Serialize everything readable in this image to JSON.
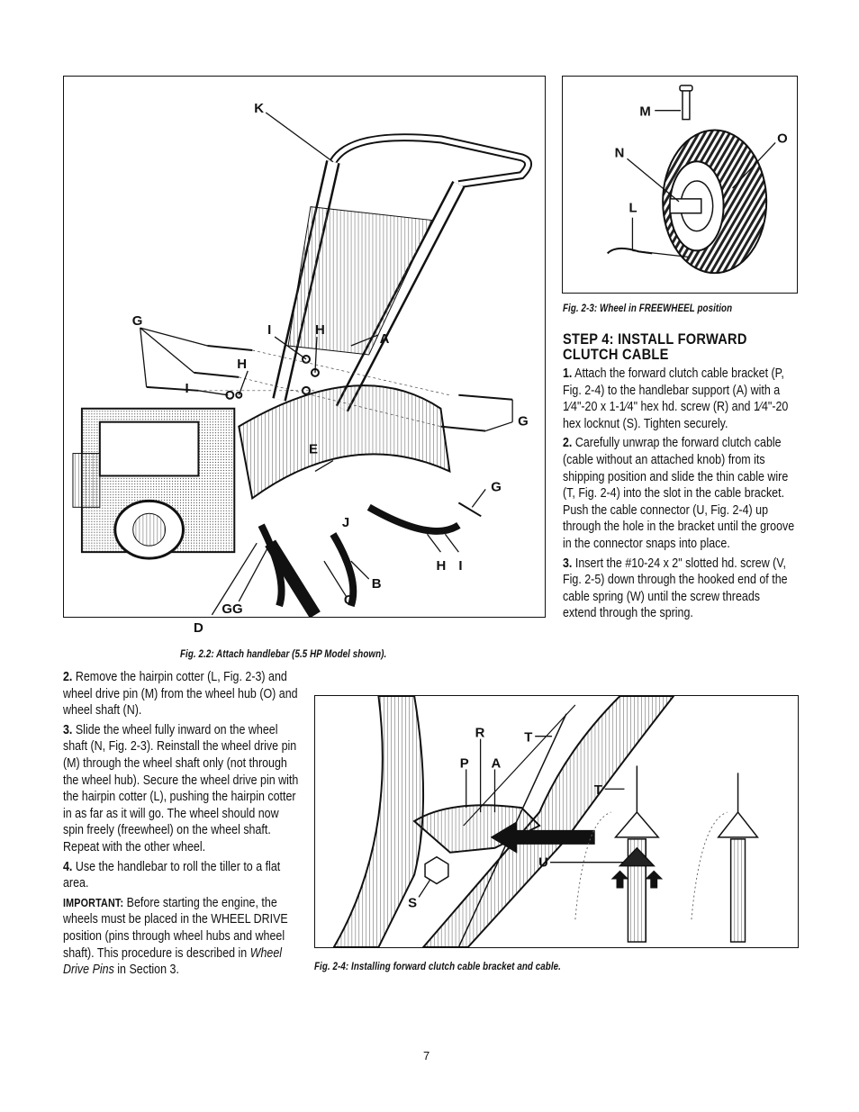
{
  "figures": {
    "fig22": {
      "caption": "Fig. 2.2: Attach handlebar (5.5 HP Model shown).",
      "labels": [
        "K",
        "G",
        "I",
        "H",
        "A",
        "H",
        "I",
        "G",
        "E",
        "G",
        "J",
        "H",
        "I",
        "B",
        "C",
        "GG",
        "D"
      ]
    },
    "fig23": {
      "caption": "Fig. 2-3: Wheel in FREEWHEEL position",
      "labels": [
        "M",
        "N",
        "O",
        "L"
      ]
    },
    "fig24": {
      "caption": "Fig. 2-4: Installing forward clutch cable bracket and cable.",
      "labels": [
        "R",
        "T",
        "P",
        "A",
        "T",
        "U",
        "S"
      ]
    }
  },
  "left_column": {
    "step2_num": "2.",
    "step2_text": "Remove the hairpin cotter (L, Fig. 2-3) and wheel drive pin (M) from the wheel hub (O) and wheel shaft (N).",
    "step3_num": "3.",
    "step3_text": "Slide the wheel fully inward on the wheel shaft (N, Fig. 2-3). Reinstall the wheel drive pin (M) through the wheel shaft only (not through the wheel hub). Secure the wheel drive pin with the hairpin cotter (L), pushing the hairpin cotter in as far as it will go. The wheel should now spin freely (freewheel) on the wheel shaft. Repeat with the other wheel.",
    "step4_num": "4.",
    "step4_text": "Use the handlebar to roll the tiller to a flat area.",
    "important_label": "IMPORTANT:",
    "important_text_a": "Before starting the engine, the wheels must be placed in the WHEEL DRIVE position (pins through wheel hubs and wheel shaft). This procedure is described in ",
    "important_italic": "Wheel Drive Pins",
    "important_text_b": " in Section 3."
  },
  "right_column": {
    "heading_line1": "STEP 4: INSTALL FORWARD",
    "heading_line2": "CLUTCH CABLE",
    "item1_num": "1.",
    "item1_text": "Attach the forward clutch cable bracket (P, Fig. 2-4) to the handlebar support (A) with a 1⁄4\"-20 x 1-1⁄4\" hex hd. screw (R) and 1⁄4\"-20 hex locknut (S). Tighten securely.",
    "item2_num": "2.",
    "item2_text": "Carefully unwrap the forward clutch cable (cable without an attached knob) from its shipping position and slide the thin cable wire (T, Fig. 2-4) into the slot in the cable bracket. Push the cable connector (U, Fig. 2-4) up through the hole in the bracket until the groove in the connector snaps into place.",
    "item3_num": "3.",
    "item3_text": "Insert the #10-24 x 2\" slotted hd. screw (V, Fig. 2-5) down through the hooked end of the cable spring (W) until the screw threads extend through the spring."
  },
  "page_number": "7"
}
